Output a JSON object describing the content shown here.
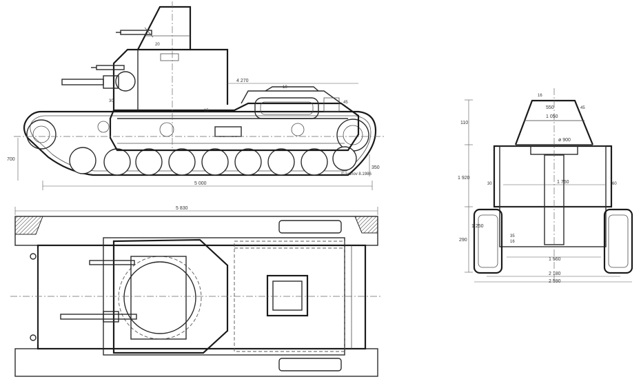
{
  "side_view": {
    "dimensions": {
      "overall_length_lower": "5 000",
      "hull_top_length": "4 270",
      "height_left": "700",
      "track_height": "350",
      "turret_offset": "20",
      "armor_a": "30",
      "armor_b": "10",
      "armor_c": "15",
      "armor_d": "45"
    },
    "signature": "© Ivanov 8.1986"
  },
  "top_view": {
    "dimensions": {
      "overall_length": "5 830"
    }
  },
  "front_view": {
    "dimensions": {
      "total_height": "1 920",
      "turret_height": "110",
      "hull_height": "1 250",
      "track_height": "290",
      "turret_top_width": "550",
      "turret_base_width": "1 050",
      "hatch_diameter": "ø 900",
      "inner_width": "1 760",
      "lower_width": "1 560",
      "track_width": "2 180",
      "overall_width": "2 590",
      "armor_left": "30",
      "armor_right": "60",
      "small_a": "35",
      "small_b": "16",
      "top_plate": "16",
      "turret_side": "45"
    }
  }
}
